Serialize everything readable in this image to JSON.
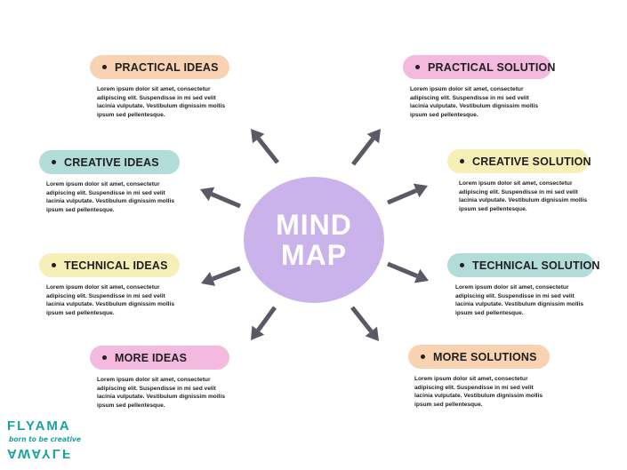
{
  "center": {
    "line1": "MIND",
    "line2": "MAP",
    "color": "#c9b3ea"
  },
  "nodes": [
    {
      "title": "PRACTICAL IDEAS",
      "color": "#f9d2b1",
      "text": "Lorem ipsum dolor sit amet, consectetur\nadipiscing elit. Suspendisse in mi sed velit\nlacinia vulputate. Vestibulum dignissim mollis\nipsum sed pellentesque."
    },
    {
      "title": "PRACTICAL SOLUTION",
      "color": "#f4b9df",
      "text": "Lorem ipsum dolor sit amet, consectetur\nadipiscing elit. Suspendisse in mi sed velit\nlacinia vulputate. Vestibulum dignissim mollis\nipsum sed pellentesque."
    },
    {
      "title": "CREATIVE IDEAS",
      "color": "#b2dcd8",
      "text": "Lorem ipsum dolor sit amet, consectetur\nadipiscing elit. Suspendisse in mi sed velit\nlacinia vulputate. Vestibulum dignissim mollis\nipsum sed pellentesque."
    },
    {
      "title": "CREATIVE SOLUTION",
      "color": "#f6efb8",
      "text": "Lorem ipsum dolor sit amet, consectetur\nadipiscing elit. Suspendisse in mi sed velit\nlacinia vulputate. Vestibulum dignissim mollis\nipsum sed pellentesque."
    },
    {
      "title": "TECHNICAL IDEAS",
      "color": "#f6efb8",
      "text": "Lorem ipsum dolor sit amet, consectetur\nadipiscing elit. Suspendisse in mi sed velit\nlacinia vulputate. Vestibulum dignissim mollis\nipsum sed pellentesque."
    },
    {
      "title": "TECHNICAL SOLUTION",
      "color": "#b2dcd8",
      "text": "Lorem ipsum dolor sit amet, consectetur\nadipiscing elit. Suspendisse in mi sed velit\nlacinia vulputate. Vestibulum dignissim mollis\nipsum sed pellentesque."
    },
    {
      "title": "MORE IDEAS",
      "color": "#f4b9df",
      "text": "Lorem ipsum dolor sit amet, consectetur\nadipiscing elit. Suspendisse in mi sed velit\nlacinia vulputate. Vestibulum dignissim mollis\nipsum sed pellentesque."
    },
    {
      "title": "MORE SOLUTIONS",
      "color": "#f9d2b1",
      "text": "Lorem ipsum dolor sit amet, consectetur\nadipiscing elit. Suspendisse in mi sed velit\nlacinia vulputate. Vestibulum dignissim mollis\nipsum sed pellentesque."
    }
  ],
  "arrow_color": "#5a5a66",
  "logo": {
    "top": "FLYAMA",
    "tagline": "born to be creative",
    "bottom": "AWAYLF",
    "color": "#1aa39c"
  }
}
